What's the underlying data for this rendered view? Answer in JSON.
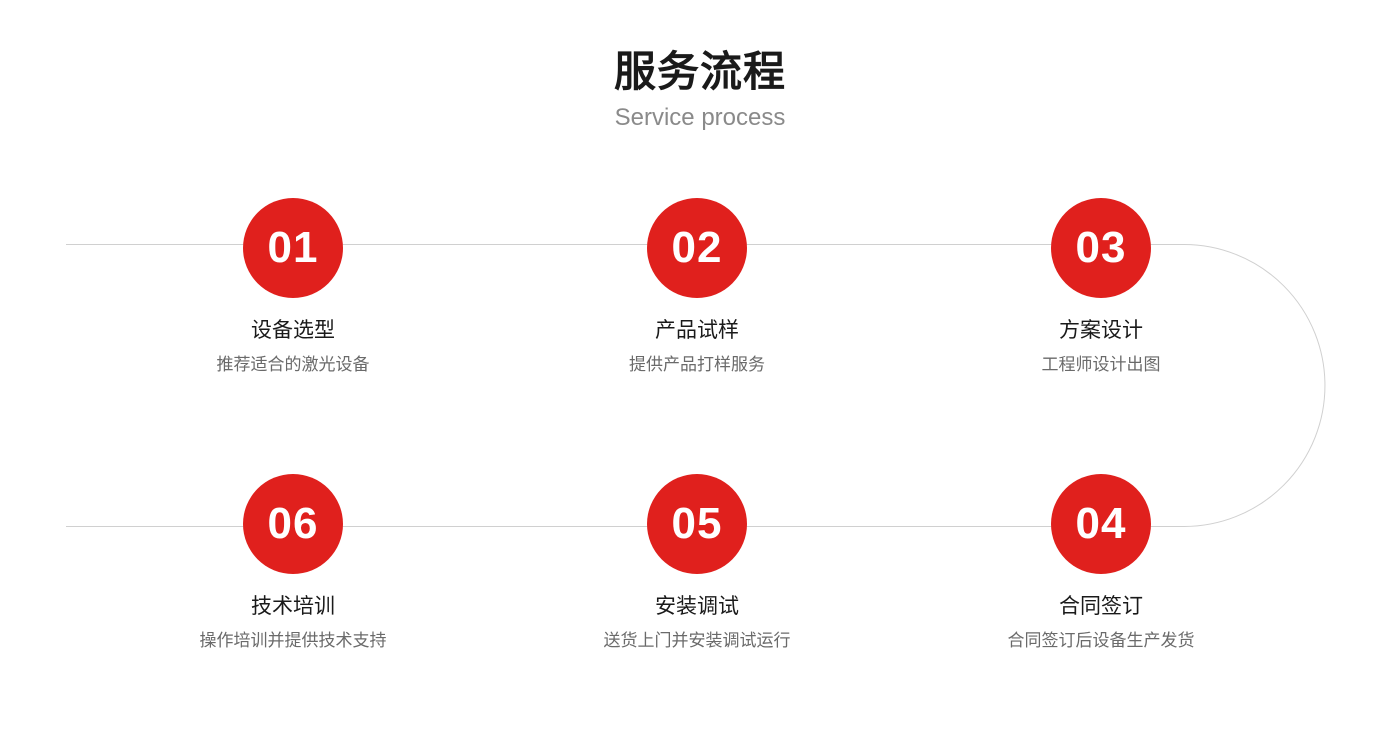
{
  "header": {
    "title": "服务流程",
    "subtitle": "Service process"
  },
  "colors": {
    "accent": "#e0201d",
    "line": "#d0d0d0"
  },
  "steps": [
    {
      "number": "01",
      "title": "设备选型",
      "desc": "推荐适合的激光设备"
    },
    {
      "number": "02",
      "title": "产品试样",
      "desc": "提供产品打样服务"
    },
    {
      "number": "03",
      "title": "方案设计",
      "desc": "工程师设计出图"
    },
    {
      "number": "04",
      "title": "合同签订",
      "desc": "合同签订后设备生产发货"
    },
    {
      "number": "05",
      "title": "安装调试",
      "desc": "送货上门并安装调试运行"
    },
    {
      "number": "06",
      "title": "技术培训",
      "desc": "操作培训并提供技术支持"
    }
  ]
}
